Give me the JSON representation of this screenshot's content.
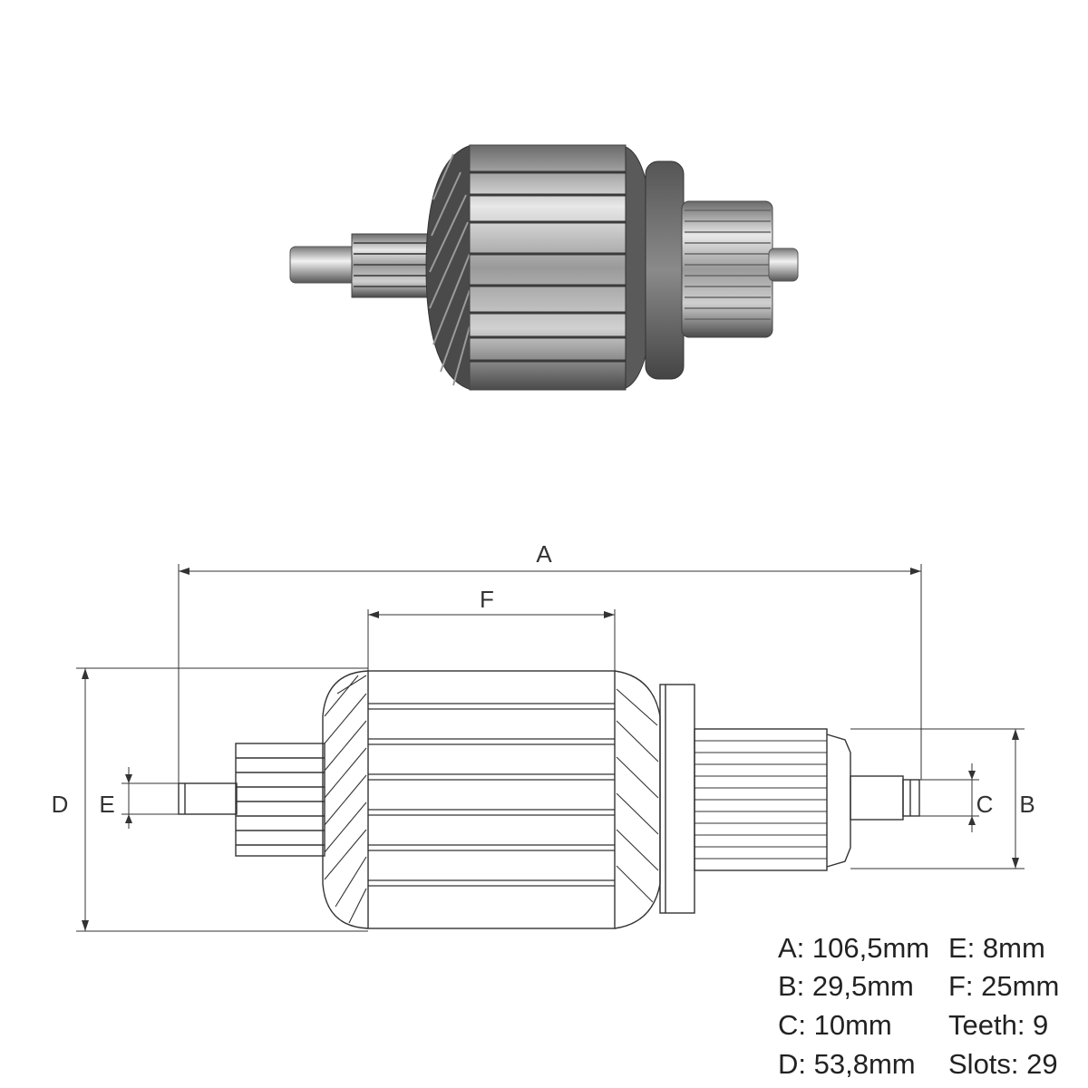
{
  "dimension_labels": {
    "a": "A",
    "b": "B",
    "c": "C",
    "d": "D",
    "e": "E",
    "f": "F"
  },
  "specs": {
    "left": [
      "A: 106,5mm",
      "B: 29,5mm",
      "C: 10mm",
      "D: 53,8mm"
    ],
    "right": [
      "E: 8mm",
      "F: 25mm",
      "Teeth: 9",
      "Slots: 29"
    ]
  },
  "colors": {
    "line": "#333333",
    "photo_metal": "#b8b8b8",
    "photo_dark": "#3a3a3a"
  }
}
